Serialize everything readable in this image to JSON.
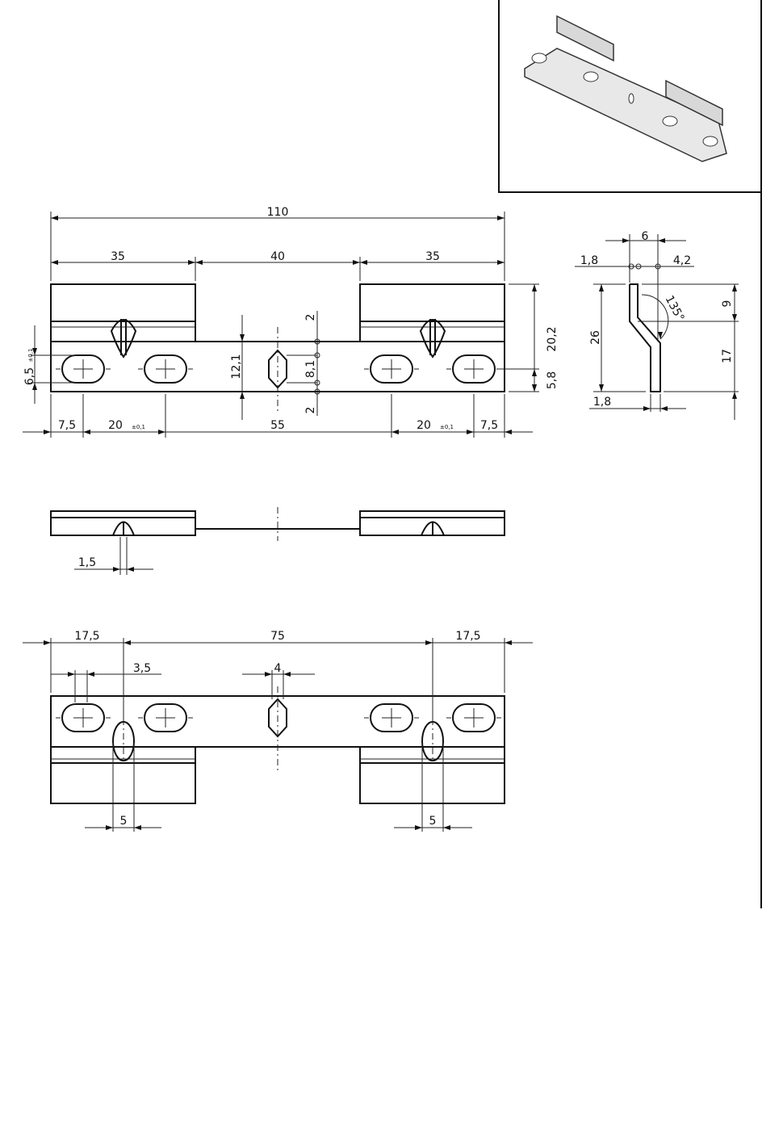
{
  "drawing": {
    "top_view": {
      "overall_length": "110",
      "segment_left": "35",
      "segment_middle": "40",
      "segment_right": "35",
      "height_total": "20,2",
      "hole_offset_bottom": "5,8",
      "slot_height": "6,5",
      "slot_height_tol": "±0,1",
      "strip_height": "12,1",
      "hex_height": "8,1",
      "gap_top": "2",
      "gap_bottom": "2",
      "edge_left": "7,5",
      "pitch_left": "20",
      "pitch_left_tol": "±0,1",
      "center_span": "55",
      "pitch_right": "20",
      "pitch_right_tol": "±0,1",
      "edge_right": "7,5"
    },
    "side_view": {
      "width_total": "6",
      "thickness_top": "1,8",
      "offset": "4,2",
      "height_total": "26",
      "upper_height": "9",
      "lower_height": "17",
      "bend_angle": "135°",
      "thickness_bottom": "1,8"
    },
    "front_view": {
      "tab_width": "1,5"
    },
    "bottom_view": {
      "edge_left": "17,5",
      "span": "75",
      "edge_right": "17,5",
      "slot_width": "3,5",
      "hex_width": "4",
      "oval_left": "5",
      "oval_right": "5"
    }
  }
}
